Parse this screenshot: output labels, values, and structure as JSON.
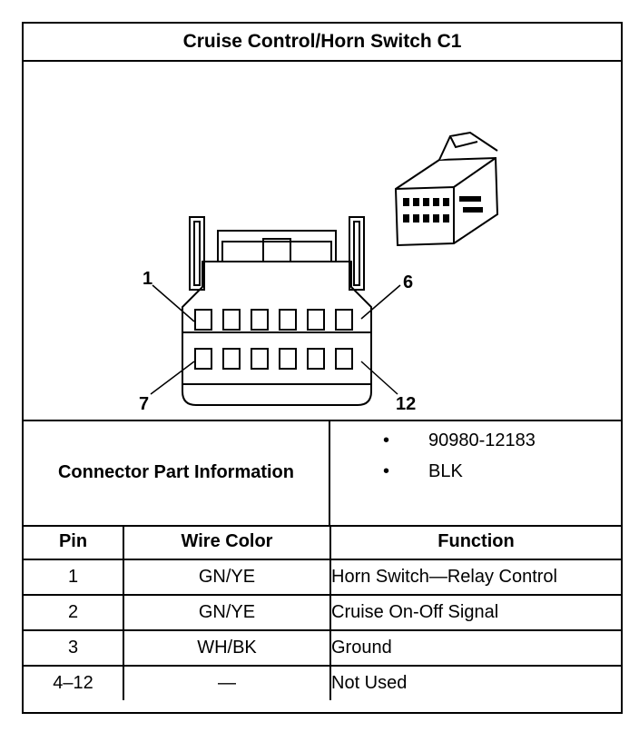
{
  "title": "Cruise Control/Horn Switch C1",
  "figure": {
    "pin_labels": {
      "top_left": "1",
      "top_right": "6",
      "bottom_left": "7",
      "bottom_right": "12"
    }
  },
  "connector_info": {
    "label": "Connector Part Information",
    "items": [
      "90980-12183",
      "BLK"
    ],
    "bullet": "•"
  },
  "table": {
    "headers": [
      "Pin",
      "Wire Color",
      "Function"
    ],
    "rows": [
      {
        "pin": "1",
        "wire_color": "GN/YE",
        "function": "Horn Switch—Relay Control"
      },
      {
        "pin": "2",
        "wire_color": "GN/YE",
        "function": "Cruise On-Off Signal"
      },
      {
        "pin": "3",
        "wire_color": "WH/BK",
        "function": "Ground"
      },
      {
        "pin": "4–12",
        "wire_color": "—",
        "function": "Not Used"
      }
    ]
  }
}
